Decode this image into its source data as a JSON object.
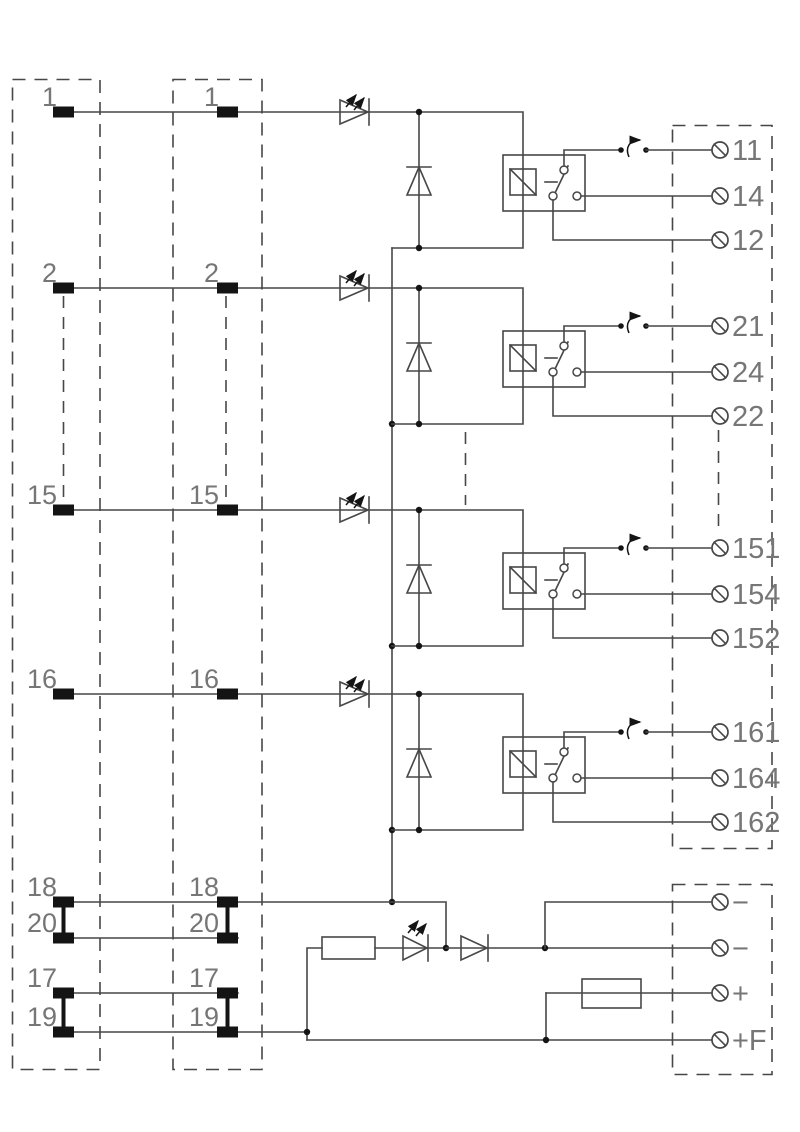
{
  "diagram": {
    "kind": "relay-module-wiring-schematic",
    "channels": [
      {
        "input": "1",
        "terminals": [
          "11",
          "14",
          "12"
        ]
      },
      {
        "input": "2",
        "terminals": [
          "21",
          "24",
          "22"
        ]
      },
      {
        "input": "15",
        "terminals": [
          "151",
          "154",
          "152"
        ]
      },
      {
        "input": "16",
        "terminals": [
          "161",
          "164",
          "162"
        ]
      }
    ],
    "power": {
      "left": [
        "18",
        "20",
        "17",
        "19"
      ],
      "right": [
        "−",
        "−",
        "+",
        "+F"
      ]
    },
    "colors": {
      "line": "#474747",
      "solid": "#141414",
      "label": "#767676"
    }
  }
}
